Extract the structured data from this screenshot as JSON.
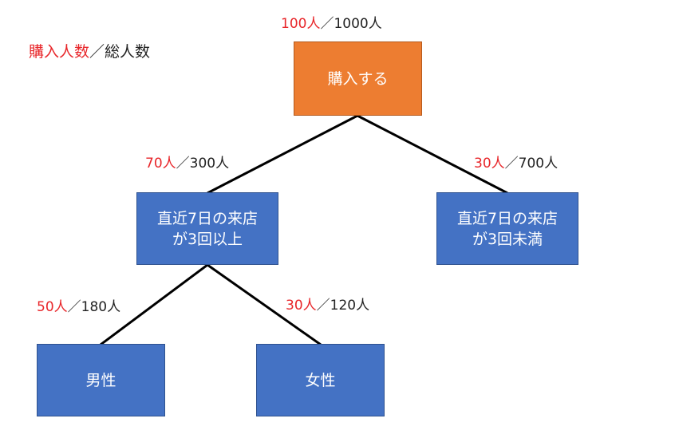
{
  "legend": {
    "purchased": "購入人数",
    "separator": "／",
    "total": "総人数"
  },
  "colors": {
    "root_fill": "#ed7d31",
    "node_fill": "#4472c4",
    "edge": "#000000",
    "highlight_text": "#e8262a"
  },
  "nodes": {
    "root": {
      "lines": [
        "購入する"
      ],
      "purchased": "100人",
      "total": "1000人"
    },
    "left": {
      "lines": [
        "直近7日の来店",
        "が3回以上"
      ],
      "purchased": "70人",
      "total": "300人"
    },
    "right": {
      "lines": [
        "直近7日の来店",
        "が3回未満"
      ],
      "purchased": "30人",
      "total": "700人"
    },
    "left_left": {
      "lines": [
        "男性"
      ],
      "purchased": "50人",
      "total": "180人"
    },
    "left_right": {
      "lines": [
        "女性"
      ],
      "purchased": "30人",
      "total": "120人"
    }
  },
  "separator": "／"
}
